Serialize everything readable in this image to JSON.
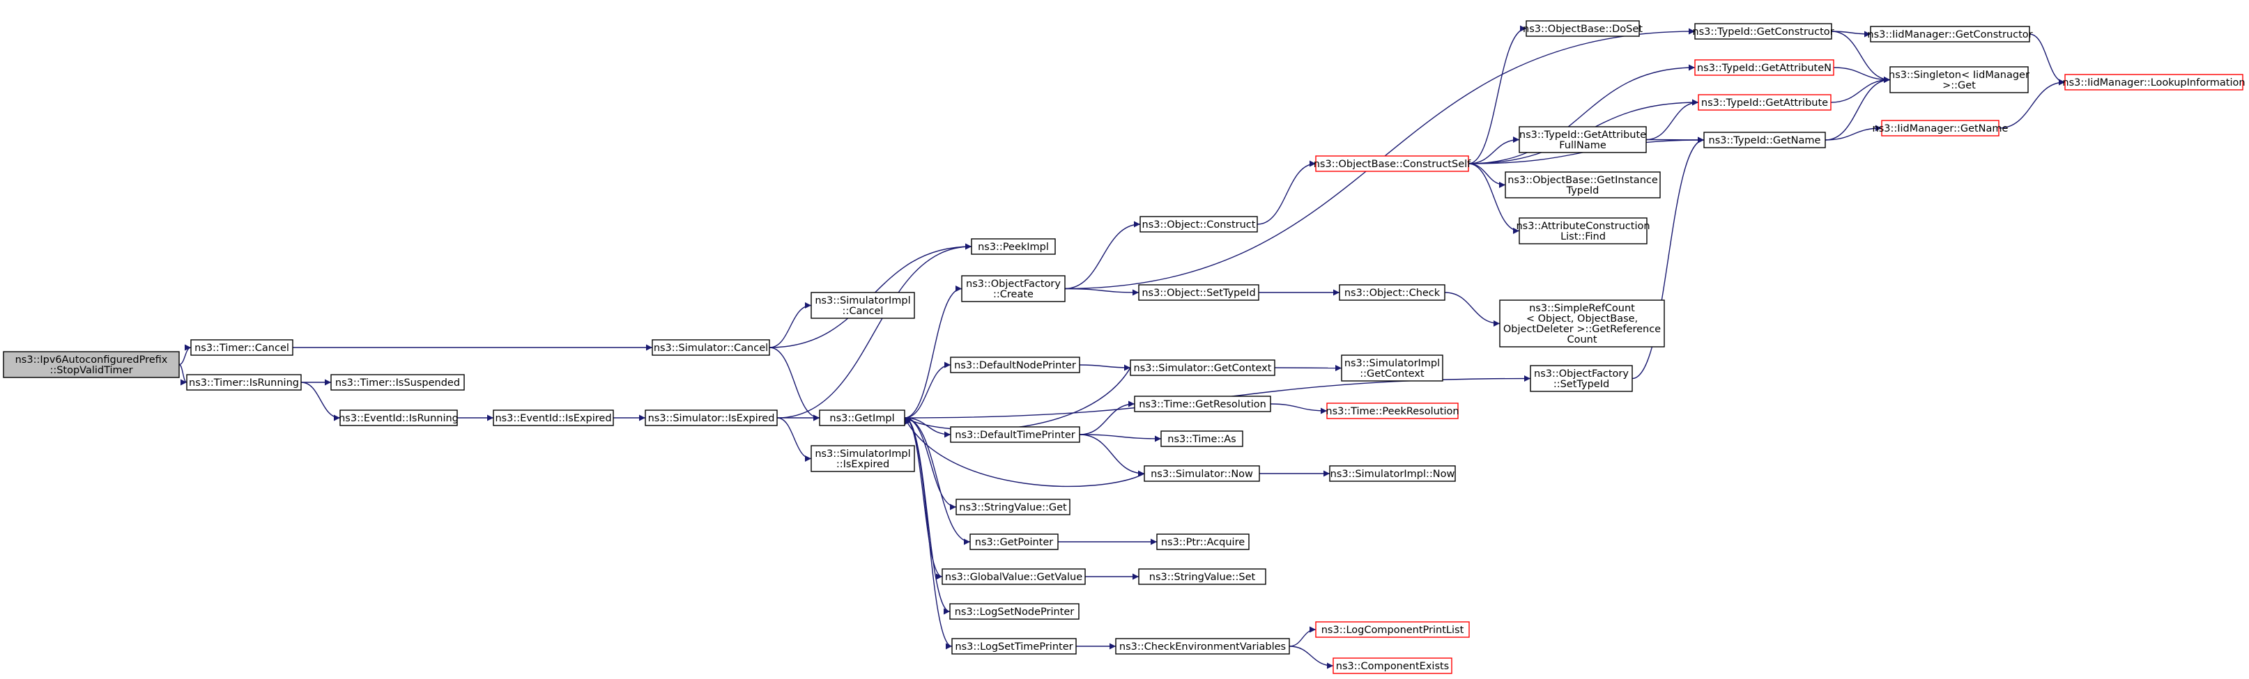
{
  "colors": {
    "edge": "#191970",
    "node_border": "#000000",
    "incomplete_border": "#ff0000",
    "root_fill": "#bfbfbf"
  },
  "nodes": [
    {
      "id": "n0",
      "lines": [
        "ns3::Ipv6AutoconfiguredPrefix",
        "::StopValidTimer"
      ],
      "style": "root"
    },
    {
      "id": "n1",
      "lines": [
        "ns3::Timer::Cancel"
      ],
      "style": "normal"
    },
    {
      "id": "n2",
      "lines": [
        "ns3::Timer::IsRunning"
      ],
      "style": "normal"
    },
    {
      "id": "n3",
      "lines": [
        "ns3::Simulator::Cancel"
      ],
      "style": "normal"
    },
    {
      "id": "n4",
      "lines": [
        "ns3::Timer::IsSuspended"
      ],
      "style": "normal"
    },
    {
      "id": "n5",
      "lines": [
        "ns3::EventId::IsRunning"
      ],
      "style": "normal"
    },
    {
      "id": "n6",
      "lines": [
        "ns3::EventId::IsExpired"
      ],
      "style": "normal"
    },
    {
      "id": "n7",
      "lines": [
        "ns3::Simulator::IsExpired"
      ],
      "style": "normal"
    },
    {
      "id": "n8",
      "lines": [
        "ns3::SimulatorImpl",
        "::Cancel"
      ],
      "style": "normal"
    },
    {
      "id": "n9",
      "lines": [
        "ns3::SimulatorImpl",
        "::IsExpired"
      ],
      "style": "normal"
    },
    {
      "id": "n10",
      "lines": [
        "ns3::GetImpl"
      ],
      "style": "normal"
    },
    {
      "id": "n11",
      "lines": [
        "ns3::PeekImpl"
      ],
      "style": "normal"
    },
    {
      "id": "n12",
      "lines": [
        "ns3::ObjectFactory",
        "::Create"
      ],
      "style": "normal"
    },
    {
      "id": "n13",
      "lines": [
        "ns3::DefaultNodePrinter"
      ],
      "style": "normal"
    },
    {
      "id": "n14",
      "lines": [
        "ns3::DefaultTimePrinter"
      ],
      "style": "normal"
    },
    {
      "id": "n15",
      "lines": [
        "ns3::StringValue::Get"
      ],
      "style": "normal"
    },
    {
      "id": "n16",
      "lines": [
        "ns3::GetPointer"
      ],
      "style": "normal"
    },
    {
      "id": "n17",
      "lines": [
        "ns3::GlobalValue::GetValue"
      ],
      "style": "normal"
    },
    {
      "id": "n18",
      "lines": [
        "ns3::LogSetNodePrinter"
      ],
      "style": "normal"
    },
    {
      "id": "n19",
      "lines": [
        "ns3::LogSetTimePrinter"
      ],
      "style": "normal"
    },
    {
      "id": "n20",
      "lines": [
        "ns3::Object::Construct"
      ],
      "style": "normal"
    },
    {
      "id": "n21",
      "lines": [
        "ns3::Object::SetTypeId"
      ],
      "style": "normal"
    },
    {
      "id": "n22",
      "lines": [
        "ns3::Simulator::GetContext"
      ],
      "style": "normal"
    },
    {
      "id": "n23",
      "lines": [
        "ns3::Time::GetResolution"
      ],
      "style": "normal"
    },
    {
      "id": "n24",
      "lines": [
        "ns3::Time::As"
      ],
      "style": "normal"
    },
    {
      "id": "n25",
      "lines": [
        "ns3::Simulator::Now"
      ],
      "style": "normal"
    },
    {
      "id": "n26",
      "lines": [
        "ns3::Ptr::Acquire"
      ],
      "style": "normal"
    },
    {
      "id": "n27",
      "lines": [
        "ns3::StringValue::Set"
      ],
      "style": "normal"
    },
    {
      "id": "n28",
      "lines": [
        "ns3::CheckEnvironmentVariables"
      ],
      "style": "normal"
    },
    {
      "id": "n29",
      "lines": [
        "ns3::ObjectBase::ConstructSelf"
      ],
      "style": "incomplete"
    },
    {
      "id": "n30",
      "lines": [
        "ns3::Object::Check"
      ],
      "style": "normal"
    },
    {
      "id": "n31",
      "lines": [
        "ns3::SimulatorImpl",
        "::GetContext"
      ],
      "style": "normal"
    },
    {
      "id": "n32",
      "lines": [
        "ns3::Time::PeekResolution"
      ],
      "style": "incomplete"
    },
    {
      "id": "n33",
      "lines": [
        "ns3::SimulatorImpl::Now"
      ],
      "style": "normal"
    },
    {
      "id": "n34",
      "lines": [
        "ns3::LogComponentPrintList"
      ],
      "style": "incomplete"
    },
    {
      "id": "n35",
      "lines": [
        "ns3::ComponentExists"
      ],
      "style": "incomplete"
    },
    {
      "id": "n36",
      "lines": [
        "ns3::ObjectBase::DoSet"
      ],
      "style": "normal"
    },
    {
      "id": "n37",
      "lines": [
        "ns3::TypeId::GetAttribute",
        "FullName"
      ],
      "style": "normal"
    },
    {
      "id": "n38",
      "lines": [
        "ns3::ObjectBase::GetInstance",
        "TypeId"
      ],
      "style": "normal"
    },
    {
      "id": "n39",
      "lines": [
        "ns3::AttributeConstruction",
        "List::Find"
      ],
      "style": "normal"
    },
    {
      "id": "n40",
      "lines": [
        "ns3::SimpleRefCount",
        "< Object, ObjectBase,",
        " ObjectDeleter >::GetReference",
        "Count"
      ],
      "style": "normal"
    },
    {
      "id": "n41",
      "lines": [
        "ns3::ObjectFactory",
        "::SetTypeId"
      ],
      "style": "normal"
    },
    {
      "id": "n42",
      "lines": [
        "ns3::TypeId::GetConstructor"
      ],
      "style": "normal"
    },
    {
      "id": "n43",
      "lines": [
        "ns3::TypeId::GetAttributeN"
      ],
      "style": "incomplete"
    },
    {
      "id": "n44",
      "lines": [
        "ns3::TypeId::GetAttribute"
      ],
      "style": "incomplete"
    },
    {
      "id": "n45",
      "lines": [
        "ns3::TypeId::GetName"
      ],
      "style": "normal"
    },
    {
      "id": "n46",
      "lines": [
        "ns3::IidManager::GetConstructor"
      ],
      "style": "normal"
    },
    {
      "id": "n47",
      "lines": [
        "ns3::Singleton< IidManager",
        " >::Get"
      ],
      "style": "normal"
    },
    {
      "id": "n48",
      "lines": [
        "ns3::IidManager::GetName"
      ],
      "style": "incomplete"
    },
    {
      "id": "n49",
      "lines": [
        "ns3::IidManager::LookupInformation"
      ],
      "style": "incomplete"
    }
  ],
  "edges": [
    [
      "n0",
      "n1"
    ],
    [
      "n0",
      "n2"
    ],
    [
      "n1",
      "n3"
    ],
    [
      "n2",
      "n4"
    ],
    [
      "n2",
      "n5"
    ],
    [
      "n5",
      "n6"
    ],
    [
      "n6",
      "n7"
    ],
    [
      "n3",
      "n8"
    ],
    [
      "n3",
      "n10"
    ],
    [
      "n3",
      "n11"
    ],
    [
      "n7",
      "n9"
    ],
    [
      "n7",
      "n10"
    ],
    [
      "n7",
      "n11"
    ],
    [
      "n10",
      "n12"
    ],
    [
      "n10",
      "n13"
    ],
    [
      "n10",
      "n14"
    ],
    [
      "n10",
      "n15"
    ],
    [
      "n10",
      "n16"
    ],
    [
      "n10",
      "n17"
    ],
    [
      "n10",
      "n18"
    ],
    [
      "n10",
      "n19"
    ],
    [
      "n10",
      "n41"
    ],
    [
      "n12",
      "n20"
    ],
    [
      "n12",
      "n21"
    ],
    [
      "n12",
      "n42"
    ],
    [
      "n13",
      "n22"
    ],
    [
      "n22",
      "n10"
    ],
    [
      "n22",
      "n31"
    ],
    [
      "n14",
      "n23"
    ],
    [
      "n14",
      "n24"
    ],
    [
      "n14",
      "n25"
    ],
    [
      "n25",
      "n10"
    ],
    [
      "n25",
      "n33"
    ],
    [
      "n23",
      "n32"
    ],
    [
      "n16",
      "n26"
    ],
    [
      "n17",
      "n27"
    ],
    [
      "n19",
      "n28"
    ],
    [
      "n28",
      "n34"
    ],
    [
      "n28",
      "n35"
    ],
    [
      "n20",
      "n29"
    ],
    [
      "n21",
      "n30"
    ],
    [
      "n30",
      "n40"
    ],
    [
      "n29",
      "n36"
    ],
    [
      "n29",
      "n43"
    ],
    [
      "n29",
      "n44"
    ],
    [
      "n29",
      "n37"
    ],
    [
      "n29",
      "n38"
    ],
    [
      "n29",
      "n39"
    ],
    [
      "n29",
      "n45"
    ],
    [
      "n37",
      "n44"
    ],
    [
      "n37",
      "n45"
    ],
    [
      "n41",
      "n45"
    ],
    [
      "n42",
      "n46"
    ],
    [
      "n42",
      "n47"
    ],
    [
      "n43",
      "n47"
    ],
    [
      "n44",
      "n47"
    ],
    [
      "n45",
      "n47"
    ],
    [
      "n45",
      "n48"
    ],
    [
      "n46",
      "n49"
    ],
    [
      "n48",
      "n49"
    ]
  ]
}
